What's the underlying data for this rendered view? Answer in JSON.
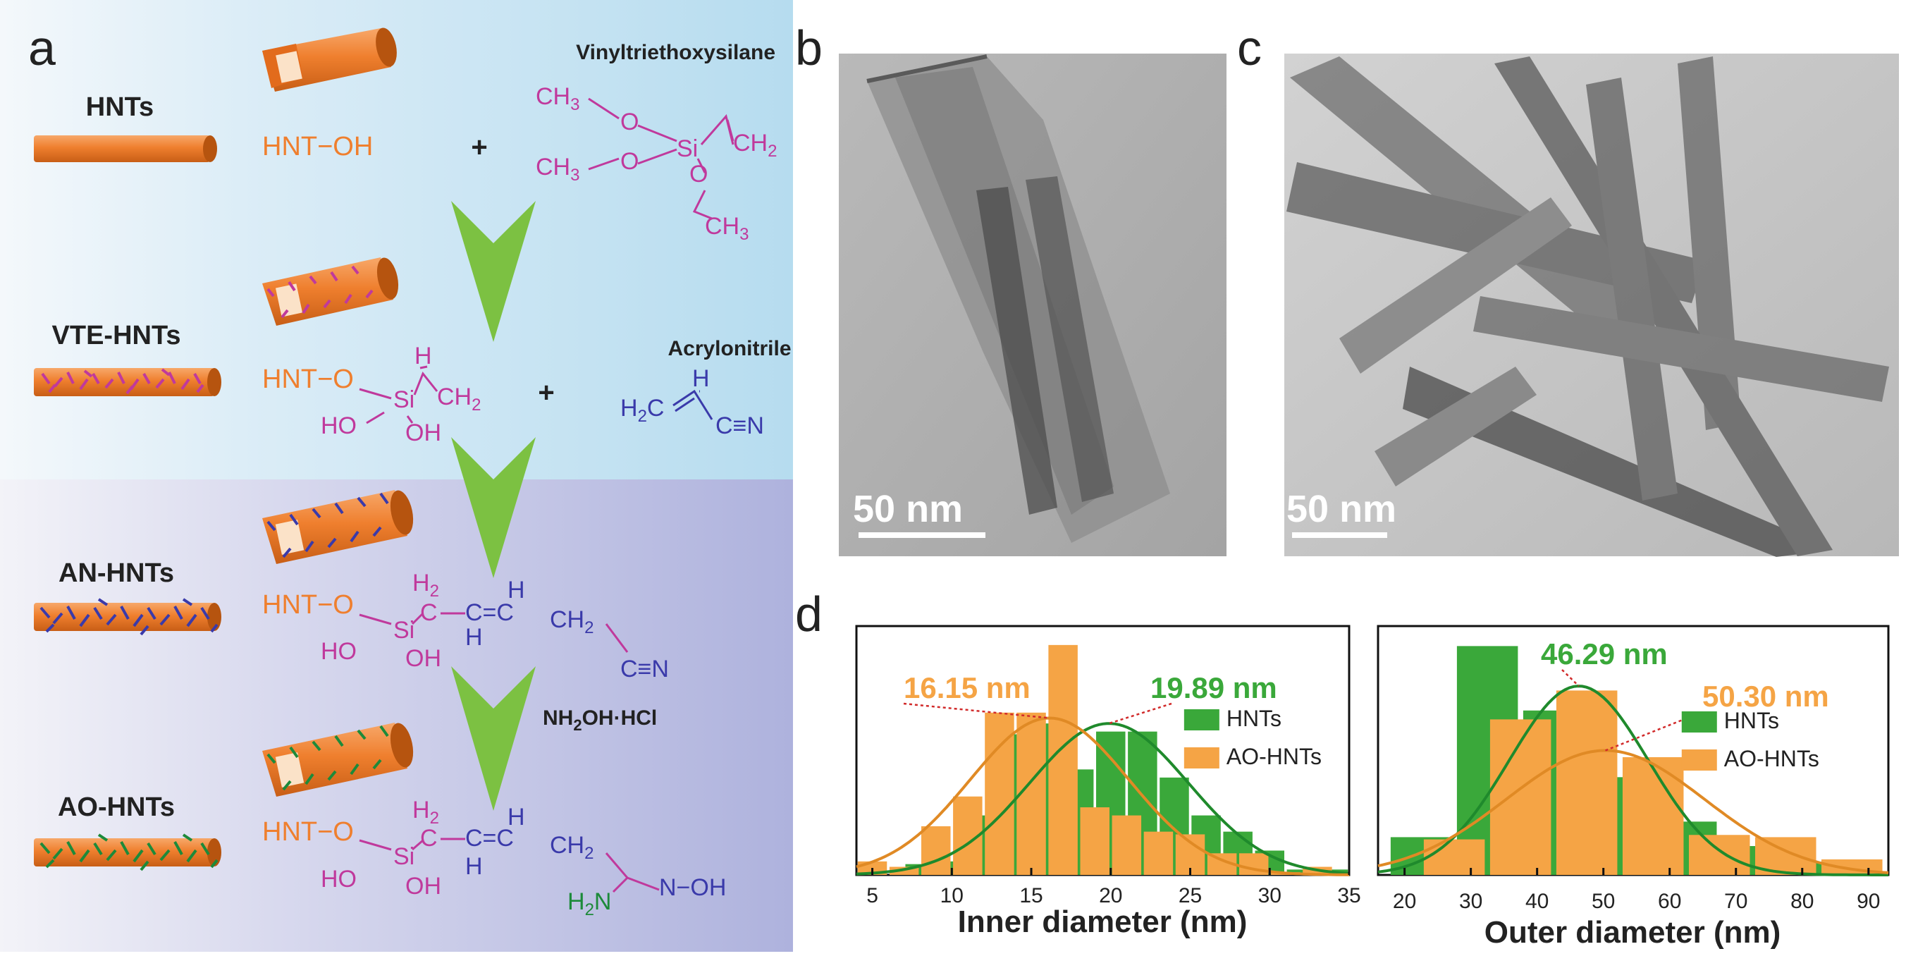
{
  "panel_labels": {
    "a": "a",
    "b": "b",
    "c": "c",
    "d": "d"
  },
  "scheme": {
    "stages": [
      {
        "label": "HNTs"
      },
      {
        "label": "VTE-HNTs"
      },
      {
        "label": "AN-HNTs"
      },
      {
        "label": "AO-HNTs"
      }
    ],
    "step1": {
      "hnt_oh": "HNT−OH",
      "plus": "+",
      "reagent": "Vinyltriethoxysilane",
      "vte_struct": {
        "ch3": "CH",
        "sub3": "3",
        "o": "O",
        "si": "Si",
        "ch2": "CH",
        "sub2": "2"
      }
    },
    "step2": {
      "hnt_o": "HNT−O",
      "si": "Si",
      "h": "H",
      "ch2": "CH",
      "sub2": "2",
      "ho": "HO",
      "oh": "OH",
      "plus": "+",
      "reagent": "Acrylonitrile",
      "an_struct": {
        "h2c": "H",
        "sub2": "2",
        "c": "C",
        "h": "H",
        "cn": "C≡N"
      }
    },
    "step3": {
      "hnt_o": "HNT−O",
      "h2": "H",
      "sub2": "2",
      "c": "C",
      "h": "H",
      "eq": "C=C",
      "ch2": "CH",
      "cn": "C≡N",
      "si": "Si",
      "ho": "HO",
      "oh": "OH"
    },
    "step4": {
      "reagent_pre": "NH",
      "reagent_sub": "2",
      "reagent_post": "OH·HCl",
      "hnt_o": "HNT−O",
      "h2": "H",
      "sub2": "2",
      "c": "C",
      "h": "H",
      "eq": "C=C",
      "ch2": "CH",
      "si": "Si",
      "ho": "HO",
      "oh": "OH",
      "nh2_pre": "H",
      "nh2_sub": "2",
      "nh2_post": "N",
      "noh": "N−OH"
    }
  },
  "tem": {
    "b": {
      "scale_bar": "50 nm"
    },
    "c": {
      "scale_bar": "50 nm"
    }
  },
  "colors": {
    "tube": "#ef7f2e",
    "green_arrow": "#7cc142",
    "hnts_green": "#3aa83a",
    "ao_orange": "#f5a445",
    "magenta": "#c0399c",
    "blue": "#3a3aaa",
    "dark_green": "#1d8a3a"
  },
  "chart_data": [
    {
      "type": "bar",
      "xlabel": "Inner diameter (nm)",
      "ylabel": "",
      "xlim": [
        4,
        35
      ],
      "xticks": [
        5,
        10,
        15,
        20,
        25,
        30,
        35
      ],
      "legend_position": "right",
      "series": [
        {
          "name": "HNTs",
          "color": "#3aa83a",
          "x": [
            8,
            10,
            12,
            14,
            16,
            18,
            20,
            22,
            24,
            26,
            28,
            30,
            32,
            34
          ],
          "y": [
            0.4,
            0.5,
            2.2,
            5.2,
            5.6,
            3.9,
            5.3,
            5.3,
            3.6,
            2.2,
            1.6,
            0.9,
            0.2,
            0.2
          ]
        },
        {
          "name": "AO-HNTs",
          "color": "#f5a445",
          "x": [
            5,
            7,
            9,
            11,
            13,
            15,
            17,
            19,
            21,
            23,
            25,
            27,
            29,
            31,
            33
          ],
          "y": [
            0.5,
            0.3,
            1.8,
            2.9,
            6.0,
            6.0,
            8.5,
            2.5,
            2.2,
            1.6,
            1.5,
            0.8,
            0.8,
            0.1,
            0.3
          ]
        }
      ],
      "fits": [
        {
          "series": "HNTs",
          "peak_x": 19.89,
          "peak_label": "19.89 nm",
          "peak_y": 5.6,
          "sigma": 5.0
        },
        {
          "series": "AO-HNTs",
          "peak_x": 16.15,
          "peak_label": "16.15 nm",
          "peak_y": 5.8,
          "sigma": 5.0
        }
      ],
      "ylim": [
        0,
        9.2
      ]
    },
    {
      "type": "bar",
      "xlabel": "Outer diameter (nm)",
      "ylabel": "",
      "xlim": [
        16,
        93
      ],
      "xticks": [
        20,
        30,
        40,
        50,
        60,
        70,
        80,
        90
      ],
      "legend_position": "right",
      "series": [
        {
          "name": "HNTs",
          "color": "#3aa83a",
          "x": [
            22.5,
            32.5,
            42.5,
            52.5,
            62.5,
            72.5,
            82.5
          ],
          "y": [
            1.7,
            10.3,
            7.4,
            4.4,
            2.4,
            1.3,
            0.6
          ]
        },
        {
          "name": "AO-HNTs",
          "color": "#f5a445",
          "x": [
            27.5,
            37.5,
            47.5,
            57.5,
            67.5,
            77.5,
            87.5
          ],
          "y": [
            1.6,
            7.0,
            8.3,
            5.3,
            1.8,
            1.7,
            0.7
          ]
        }
      ],
      "fits": [
        {
          "series": "HNTs",
          "peak_x": 46.29,
          "peak_label": "46.29 nm",
          "peak_y": 8.5,
          "sigma": 10.5
        },
        {
          "series": "AO-HNTs",
          "peak_x": 50.3,
          "peak_label": "50.30 nm",
          "peak_y": 5.6,
          "sigma": 15.0
        }
      ],
      "ylim": [
        0,
        11.2
      ]
    }
  ]
}
